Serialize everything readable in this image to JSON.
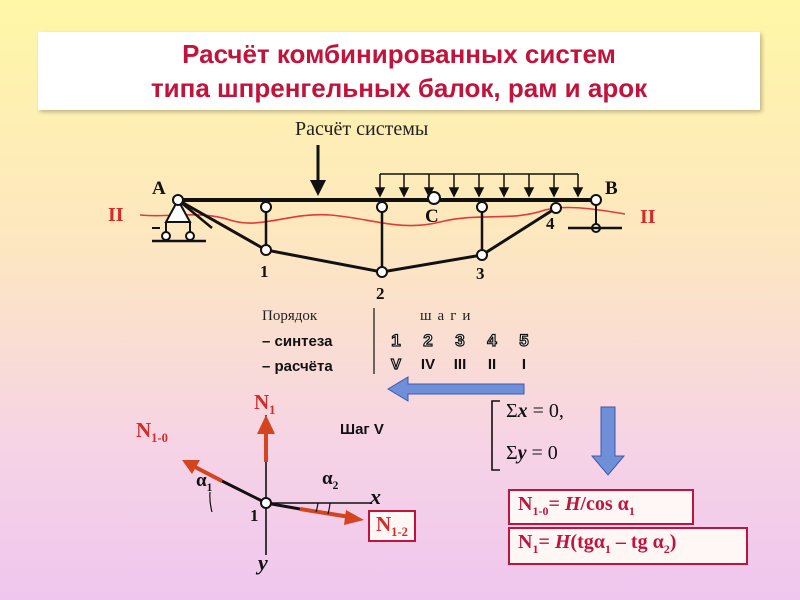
{
  "title": {
    "line1": "Расчёт комбинированных систем",
    "line2": "типа шпренгельных балок, рам и арок"
  },
  "subtitle": "Расчёт системы",
  "points": {
    "A": "A",
    "B": "B",
    "C": "C",
    "n1": "1",
    "n2": "2",
    "n3": "3",
    "n4": "4",
    "section_left": "II",
    "section_right": "II"
  },
  "steps_table": {
    "order_label": "Порядок",
    "steps_header": "шаги",
    "synthesis_label": "– синтеза",
    "calc_label": "– расчёта",
    "synthesis_steps": [
      "1",
      "2",
      "3",
      "4",
      "5"
    ],
    "calc_steps": [
      "V",
      "IV",
      "III",
      "II",
      "I"
    ]
  },
  "step_label": "Шаг V",
  "equations": {
    "sum_x_sym": "Σ",
    "sum_x_var": "x",
    "sum_x_rest": " = 0,",
    "sum_y_sym": "Σ",
    "sum_y_var": "y",
    "sum_y_rest": " = 0"
  },
  "node_diagram": {
    "N1": "N",
    "N1_sub": "1",
    "N10": "N",
    "N10_sub": "1-0",
    "N12": "N",
    "N12_sub": "1-2",
    "alpha1": "α",
    "alpha1_sub": "1",
    "alpha2": "α",
    "alpha2_sub": "2",
    "axis_x": "x",
    "axis_y": "y",
    "node": "1"
  },
  "formulas": {
    "f1_left": "N",
    "f1_sub": "1-0",
    "f1_eq": "= ",
    "f1_H": "H",
    "f1_rest": "/cos α",
    "f1_sub2": "1",
    "f2_left": "N",
    "f2_sub": "1",
    "f2_eq": "= ",
    "f2_H": "H",
    "f2_rest1": "(tgα",
    "f2_sub2": "1",
    "f2_rest2": " – tg α",
    "f2_sub3": "2",
    "f2_rest3": ")"
  },
  "colors": {
    "title": "#c0143c",
    "force_arrow": "#d4441f",
    "deflection": "#e03a3a",
    "calc_arrow": "#6f8fd8"
  }
}
